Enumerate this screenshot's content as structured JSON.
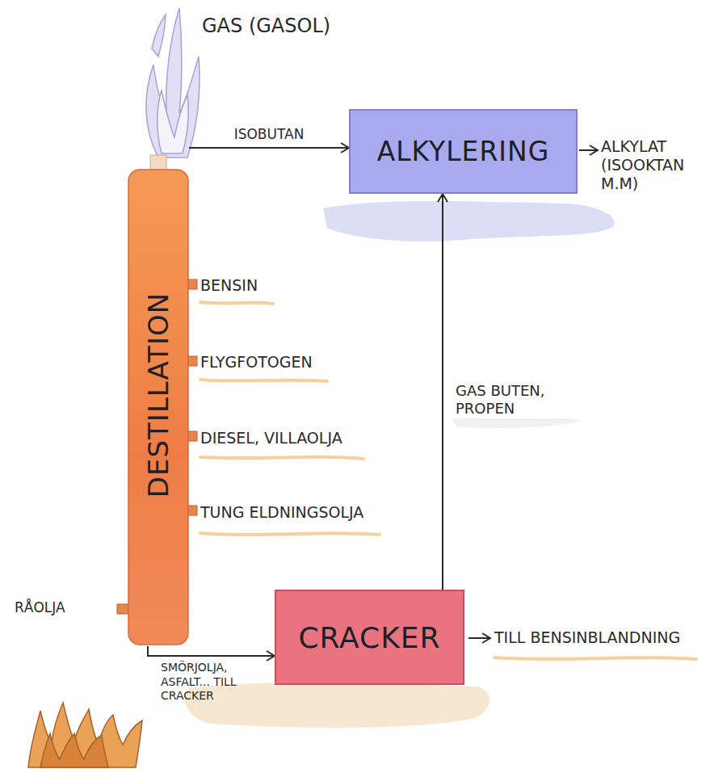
{
  "diagram": {
    "nodes": [
      {
        "text": [
          "DESTILLATION"
        ]
      },
      {
        "text": [
          "ALKYLERING"
        ]
      },
      {
        "text": [
          "CRACKER"
        ]
      }
    ],
    "edges": [
      {
        "from": 0,
        "to": 1,
        "label": "ISOBUTAN",
        "arrow": "to"
      },
      {
        "from": 2,
        "to": 1,
        "label": "GAS BUTEN, PROPEN",
        "arrow": "to"
      },
      {
        "from": 0,
        "to": 2,
        "label": "SMÖRJOLJA, ASFALT... TILL CRACKER",
        "arrow": "to"
      }
    ],
    "labels": [
      "GAS (GASOL)",
      "ALKYLAT (ISOOKTAN M.M)",
      "BENSIN",
      "FLYGFOTOGEN",
      "DIESEL, VILLAOLJA",
      "TUNG ELDNINGSOLJA",
      "RÅOLJA",
      "TILL BENSINBLANDNING"
    ]
  }
}
